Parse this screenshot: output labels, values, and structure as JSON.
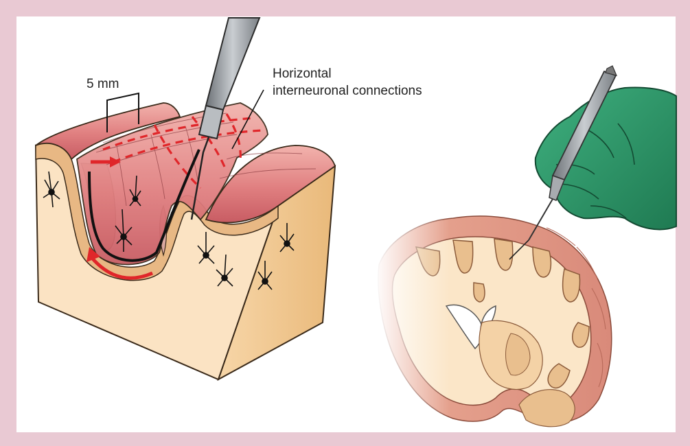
{
  "labels": {
    "scale": "5 mm",
    "annotation_line1": "Horizontal",
    "annotation_line2": "interneuronal connections"
  },
  "colors": {
    "frame": "#e9c9d3",
    "gyrus_surface": "#e58a8a",
    "gray_matter": "#e7bf8c",
    "white_matter": "#fbe6c8",
    "cut_line": "#e0262a",
    "glove": "#2f9a6a",
    "instrument": "#9a9ea3"
  }
}
